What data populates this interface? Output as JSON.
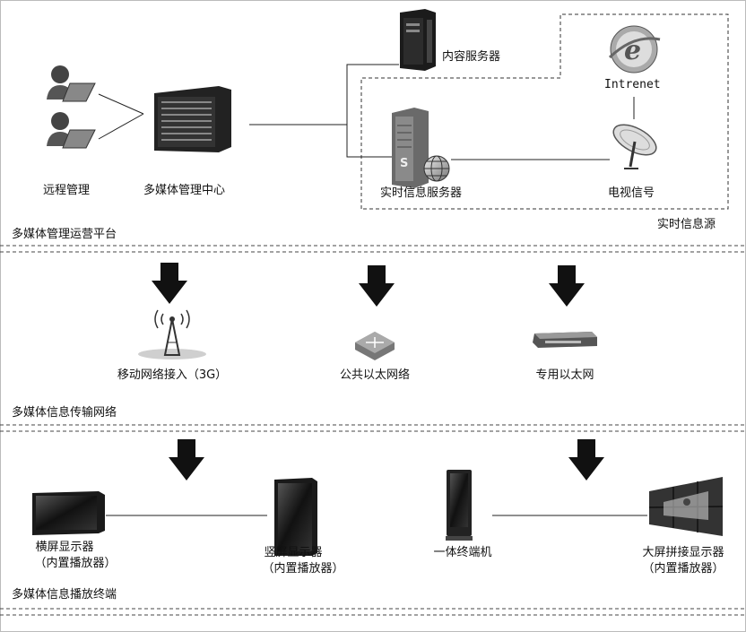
{
  "platform": {
    "section_label": "多媒体管理运营平台",
    "remote_label": "远程管理",
    "center_label": "多媒体管理中心",
    "content_server_label": "内容服务器",
    "realtime_server_label": "实时信息服务器",
    "internet_label": "Intrenet",
    "tv_label": "电视信号",
    "realtime_source_label": "实时信息源"
  },
  "network": {
    "section_label": "多媒体信息传输网络",
    "mobile_label": "移动网络接入（3G）",
    "public_label": "公共以太网络",
    "private_label": "专用以太网"
  },
  "terminals": {
    "section_label": "多媒体信息播放终端",
    "landscape_label": "横屏显示器",
    "landscape_sub": "（内置播放器）",
    "portrait_label": "竖屏显示器",
    "portrait_sub": "（内置播放器）",
    "kiosk_label": "一体终端机",
    "videowall_label": "大屏拼接显示器",
    "videowall_sub": "（内置播放器）"
  },
  "colors": {
    "line": "#222222",
    "dash": "#444444",
    "arrow": "#111111"
  }
}
